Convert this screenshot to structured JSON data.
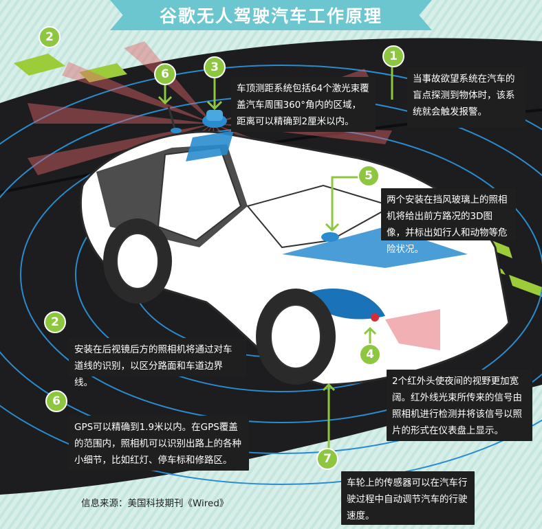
{
  "title": "谷歌无人驾驶汽车工作原理",
  "callouts": {
    "c1": {
      "badge": "1",
      "text": "当事故欲望系统在汽车的盲点探测到物体时，该系统就会触发报警。"
    },
    "c2": {
      "badge": "2",
      "text": "安装在后视镜后方的照相机将通过对车道线的识别，以区分路面和车道边界线。"
    },
    "c3": {
      "badge": "3",
      "text": "车顶测距系统包括64个激光束覆盖汽车周围360°角内的区域，距离可以精确到2厘米以内。"
    },
    "c4": {
      "badge": "4",
      "text": "2个红外头使夜间的视野更加宽阔。红外线光束所传来的信号由照相机进行检测并将该信号以照片的形式在仪表盘上显示。"
    },
    "c5": {
      "badge": "5",
      "text": "两个安装在挡风玻璃上的照相机将给出前方路况的3D图像，并标出如行人和动物等危险状况。"
    },
    "c6": {
      "badge": "6",
      "text": "GPS可以精确到1.9米以内。在GPS覆盖的范围内，照相机可以识别出路上的各种小细节，比如红灯、停车标和修路区。"
    },
    "c7": {
      "badge": "7",
      "text": "车轮上的传感器可以在汽车行驶过程中自动调节汽车的行驶速度。"
    }
  },
  "source": "信息来源：美国科技期刊《Wired》",
  "colors": {
    "banner": "#6cc6cf",
    "badge": "#8dc63f",
    "box": "#1f1f1f",
    "ring": "#2a8ccf",
    "laser": "#e3646a",
    "road": "#1d1d1f",
    "background": "#d8efe9"
  }
}
